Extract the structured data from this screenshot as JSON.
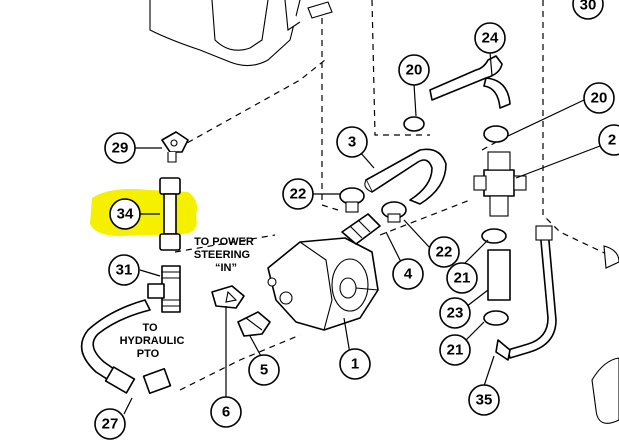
{
  "highlight_color": "#f5f000",
  "callouts": {
    "c1": "1",
    "c3": "3",
    "c4": "4",
    "c5": "5",
    "c6": "6",
    "c20a": "20",
    "c20b": "20",
    "c2": "2",
    "c21a": "21",
    "c21b": "21",
    "c22a": "22",
    "c22b": "22",
    "c23": "23",
    "c24": "24",
    "c27": "27",
    "c29": "29",
    "c30": "30",
    "c31": "31",
    "c34": "34",
    "c35": "35"
  },
  "notes": {
    "power_steering_1": "TO POWER",
    "power_steering_2": "STEERING",
    "power_steering_3": "“IN”",
    "hydraulic_1": "TO",
    "hydraulic_2": "HYDRAULIC",
    "hydraulic_3": "PTO"
  }
}
